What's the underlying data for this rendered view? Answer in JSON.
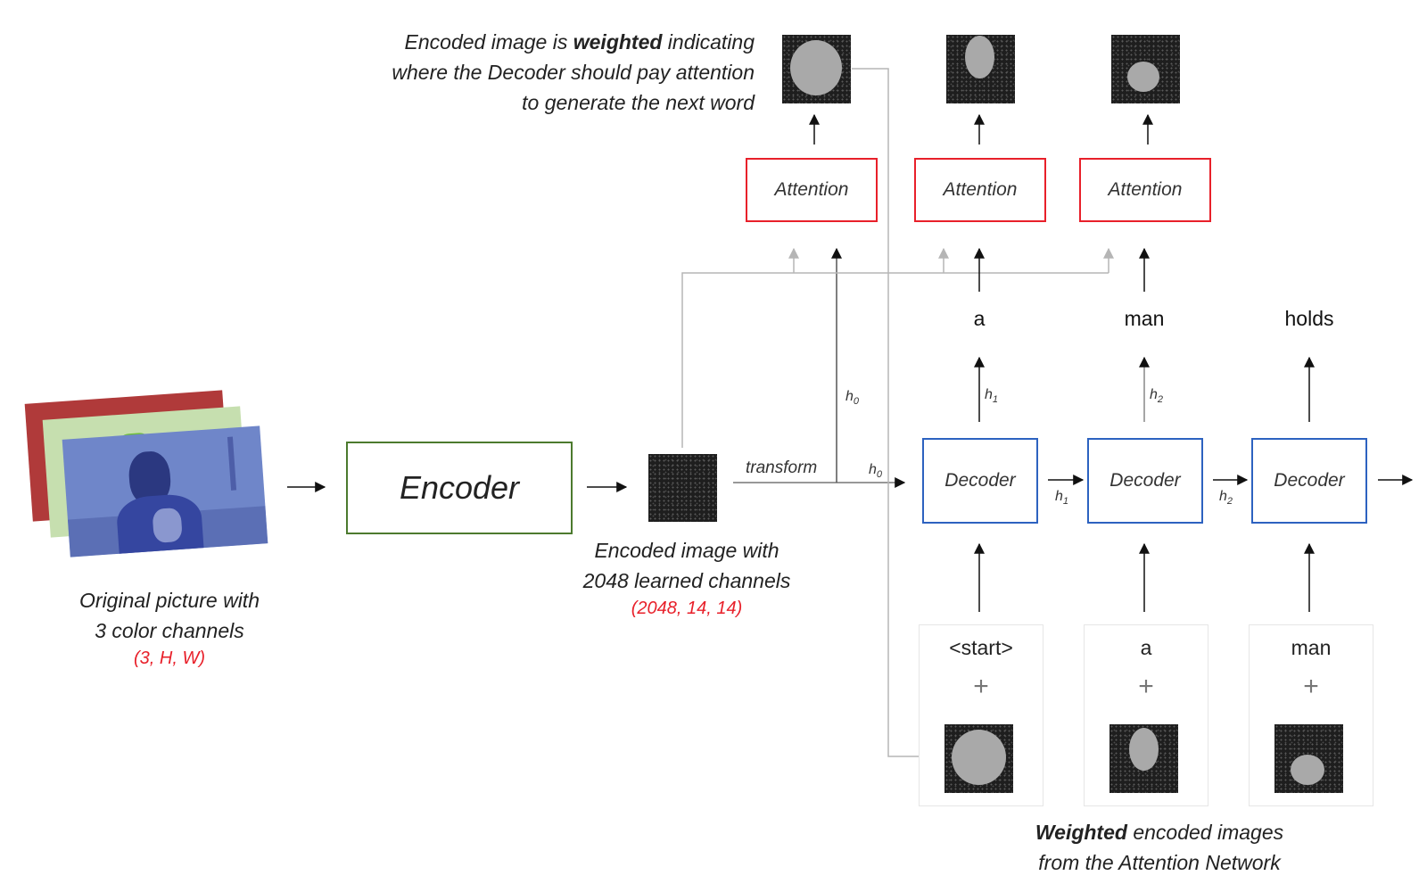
{
  "caption_top": {
    "line1_a": "Encoded image is ",
    "line1_bold": "weighted",
    "line1_b": " indicating",
    "line2": "where the Decoder should pay attention",
    "line3": "to generate the next word"
  },
  "input_caption": {
    "line1": "Original picture with",
    "line2": "3 color channels",
    "shape": "(3, H, W)"
  },
  "encoder": {
    "label": "Encoder"
  },
  "encoded_caption": {
    "line1": "Encoded image with",
    "line2": "2048 learned channels",
    "shape": "(2048, 14, 14)"
  },
  "labels": {
    "transform": "transform",
    "h0": "h",
    "h0_sub": "0",
    "h1": "h",
    "h1_sub": "1",
    "h2": "h",
    "h2_sub": "2"
  },
  "attention": [
    "Attention",
    "Attention",
    "Attention"
  ],
  "decoder": [
    "Decoder",
    "Decoder",
    "Decoder"
  ],
  "output_words": [
    "a",
    "man",
    "holds"
  ],
  "input_tokens": [
    "<start>",
    "a",
    "man"
  ],
  "plus_sign": "+",
  "bottom_caption": {
    "bold": "Weighted",
    "rest": " encoded images",
    "line2": "from the Attention Network"
  },
  "colors": {
    "encoder_border": "#4c7a2e",
    "attention_border": "#e8202a",
    "decoder_border": "#2d62c0",
    "shape_text": "#e8202a"
  }
}
